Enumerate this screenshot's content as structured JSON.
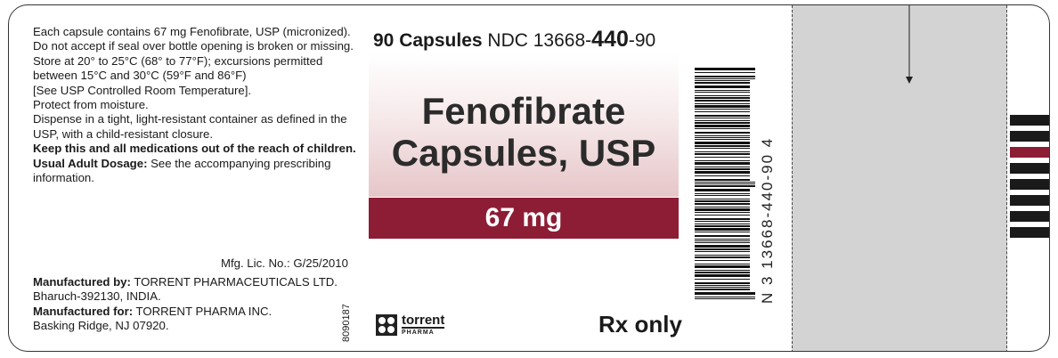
{
  "left_panel": {
    "lines": [
      {
        "text": "Each capsule contains 67 mg Fenofibrate, USP (micronized).",
        "bold": false
      },
      {
        "text": "Do not accept if seal over bottle opening is broken or missing.",
        "bold": false
      },
      {
        "text": "Store at 20° to 25°C (68° to 77°F); excursions permitted between 15°C and 30°C (59°F and 86°F)",
        "bold": false
      },
      {
        "text": "[See USP Controlled Room Temperature].",
        "bold": false
      },
      {
        "text": "Protect from moisture.",
        "bold": false
      },
      {
        "text": "Dispense in a tight, light-resistant container as defined in the USP, with a child-resistant closure.",
        "bold": false
      }
    ],
    "keep_out": "Keep this and all medications out of the reach of children.",
    "dosage_label": "Usual Adult Dosage:",
    "dosage_text": " See the accompanying prescribing information.",
    "mfg_lic": "Mfg. Lic. No.: G/25/2010",
    "manufactured_by_label": "Manufactured by:",
    "manufactured_by": " TORRENT PHARMACEUTICALS LTD.",
    "manufactured_by_address": "Bharuch-392130, INDIA.",
    "manufactured_for_label": "Manufactured for:",
    "manufactured_for": " TORRENT PHARMA INC.",
    "manufactured_for_address": "Basking Ridge, NJ 07920.",
    "lot_code": "8090187"
  },
  "center_panel": {
    "count": "90 Capsules",
    "ndc_prefix": " NDC 13668-",
    "ndc_product": "440",
    "ndc_suffix": "-90",
    "drug_name_line1": "Fenofibrate",
    "drug_name_line2": "Capsules, USP",
    "strength": "67 mg",
    "rx": "Rx only",
    "logo_name": "torrent",
    "logo_sub": "PHARMA"
  },
  "barcode": {
    "upc_text": "N 3  13668-440-90  4"
  },
  "colors": {
    "accent": "#8c1d35",
    "panel_grey": "#d3d3d3"
  }
}
